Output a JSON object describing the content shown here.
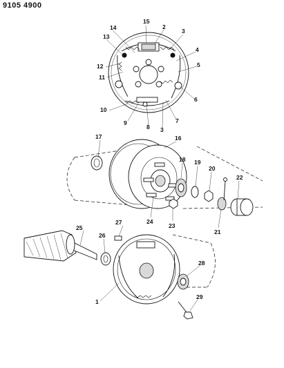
{
  "header": {
    "title": "9105 4900"
  },
  "callouts": [
    {
      "id": "c15",
      "text": "15"
    },
    {
      "id": "c2",
      "text": "2"
    },
    {
      "id": "c3a",
      "text": "3"
    },
    {
      "id": "c14",
      "text": "14"
    },
    {
      "id": "c13",
      "text": "13"
    },
    {
      "id": "c4",
      "text": "4"
    },
    {
      "id": "c5",
      "text": "5"
    },
    {
      "id": "c12",
      "text": "12"
    },
    {
      "id": "c11",
      "text": "11"
    },
    {
      "id": "c6",
      "text": "6"
    },
    {
      "id": "c10",
      "text": "10"
    },
    {
      "id": "c7",
      "text": "7"
    },
    {
      "id": "c9",
      "text": "9"
    },
    {
      "id": "c8",
      "text": "8"
    },
    {
      "id": "c3b",
      "text": "3"
    },
    {
      "id": "c17",
      "text": "17"
    },
    {
      "id": "c16",
      "text": "16"
    },
    {
      "id": "c18",
      "text": "18"
    },
    {
      "id": "c19",
      "text": "19"
    },
    {
      "id": "c20",
      "text": "20"
    },
    {
      "id": "c22",
      "text": "22"
    },
    {
      "id": "c24",
      "text": "24"
    },
    {
      "id": "c23",
      "text": "23"
    },
    {
      "id": "c21",
      "text": "21"
    },
    {
      "id": "c27",
      "text": "27"
    },
    {
      "id": "c25",
      "text": "25"
    },
    {
      "id": "c26",
      "text": "26"
    },
    {
      "id": "c28",
      "text": "28"
    },
    {
      "id": "c1",
      "text": "1"
    },
    {
      "id": "c29",
      "text": "29"
    }
  ]
}
